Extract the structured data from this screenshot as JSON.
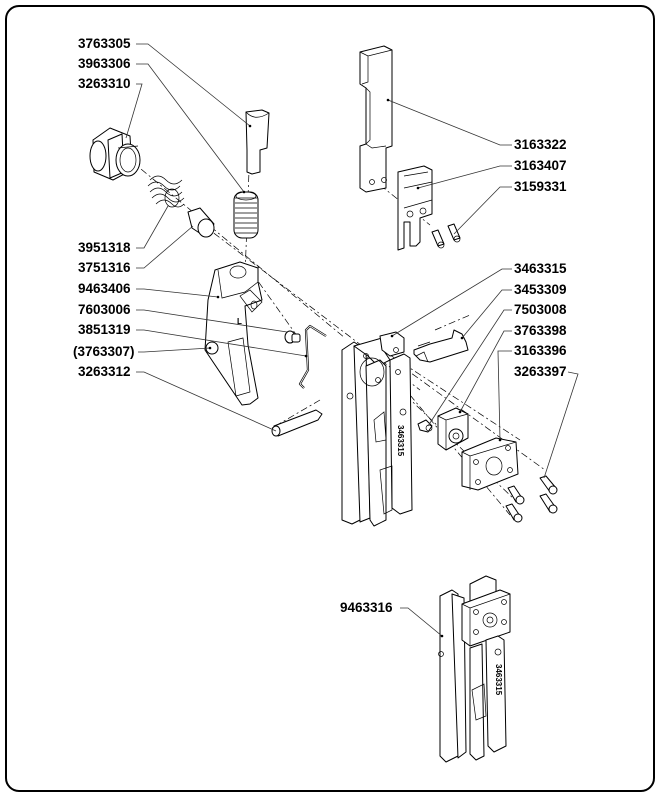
{
  "diagram": {
    "type": "exploded-assembly-parts-drawing",
    "body_stamp": "3463315",
    "bracket_mark": "L",
    "labels": [
      {
        "id": "p1",
        "text": "3763305",
        "side": "left"
      },
      {
        "id": "p2",
        "text": "3963306",
        "side": "left"
      },
      {
        "id": "p3",
        "text": "3263310",
        "side": "left"
      },
      {
        "id": "p4",
        "text": "3951318",
        "side": "left"
      },
      {
        "id": "p5",
        "text": "3751316",
        "side": "left"
      },
      {
        "id": "p6",
        "text": "9463406",
        "side": "left"
      },
      {
        "id": "p7",
        "text": "7603006",
        "side": "left"
      },
      {
        "id": "p8",
        "text": "3851319",
        "side": "left"
      },
      {
        "id": "p9",
        "text": "(3763307)",
        "side": "left"
      },
      {
        "id": "p10",
        "text": "3263312",
        "side": "left"
      },
      {
        "id": "p11",
        "text": "3163322",
        "side": "right"
      },
      {
        "id": "p12",
        "text": "3163407",
        "side": "right"
      },
      {
        "id": "p13",
        "text": "3159331",
        "side": "right"
      },
      {
        "id": "p14",
        "text": "3463315",
        "side": "right"
      },
      {
        "id": "p15",
        "text": "3453309",
        "side": "right"
      },
      {
        "id": "p16",
        "text": "7503008",
        "side": "right"
      },
      {
        "id": "p17",
        "text": "3763398",
        "side": "right"
      },
      {
        "id": "p18",
        "text": "3163396",
        "side": "right"
      },
      {
        "id": "p19",
        "text": "3263397",
        "side": "right"
      },
      {
        "id": "p20",
        "text": "9463316",
        "side": "left"
      }
    ]
  }
}
